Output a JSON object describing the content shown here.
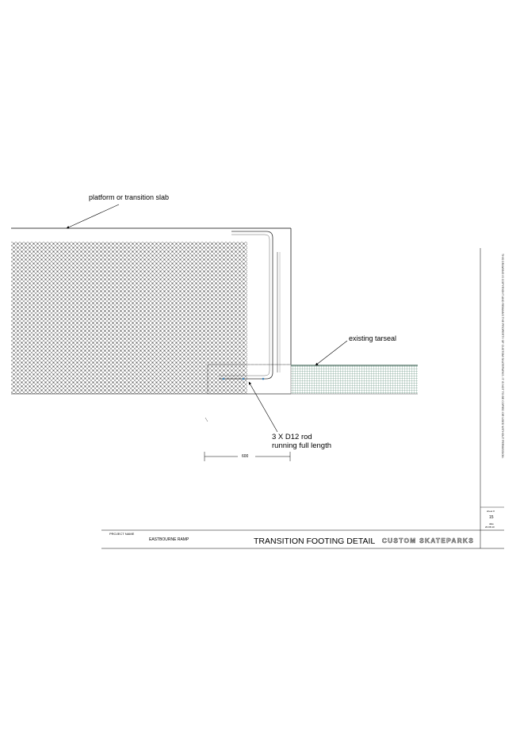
{
  "labels": {
    "slab": "platform or transition slab",
    "tarseal": "existing tarseal",
    "rod_line1": "3 X D12 rod",
    "rod_line2": "running full length",
    "dimension": "600"
  },
  "title_block": {
    "project_name_label": "PROJECT NAME",
    "project_name": "EASTBOURNE RAMP",
    "drawing_title": "TRANSITION FOOTING DETAIL",
    "company": "CUSTOM SKATEPARKS",
    "sheet_label": "sheet #",
    "sheet_number": "15",
    "date_label": "date",
    "date": "20.08.10",
    "disclaimer": "THIS DRAWING IS COPYRIGHT AND REMAINS THE PROPERTY OF CUSTOM SKATEPARKS. IT IS NOT TO BE COPIED OR USED WITHOUT PERMISSION."
  },
  "colors": {
    "line": "#000000",
    "concrete_hatch": "#555555",
    "tarseal_hatch": "#2f6e55",
    "rebar": "#333333",
    "rebar_dots": "#3a7fb5"
  }
}
